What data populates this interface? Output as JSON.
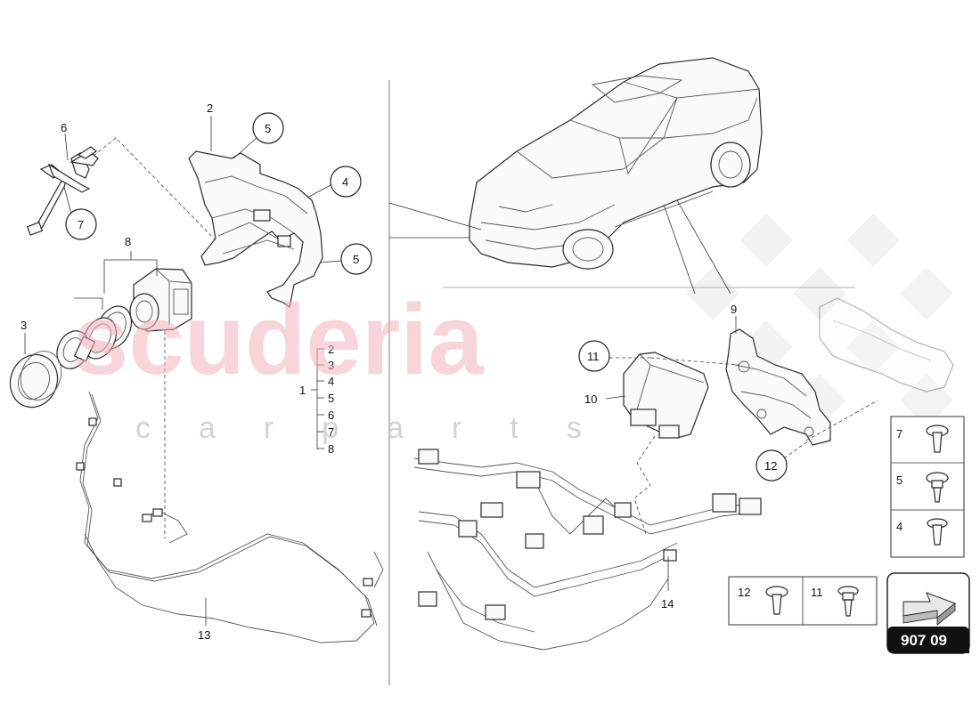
{
  "watermark": {
    "main": "scuderia",
    "sub": "carparts"
  },
  "callouts": {
    "p1": "1",
    "p2": "2",
    "p3": "3",
    "p4": "4",
    "p5": "5",
    "p5b": "5",
    "p6": "6",
    "p7": "7",
    "p8": "8",
    "p9": "9",
    "p10": "10",
    "p11": "11",
    "p12": "12",
    "p13": "13",
    "p14": "14"
  },
  "group_list": [
    "2",
    "3",
    "4",
    "5",
    "6",
    "7",
    "8"
  ],
  "group_label": "1",
  "legend_right": [
    "7",
    "5",
    "4"
  ],
  "legend_bottom": [
    "12",
    "11"
  ],
  "page_badge": "907 09",
  "colors": {
    "watermark": "#f1b3bc",
    "badge_bg": "#111111"
  }
}
